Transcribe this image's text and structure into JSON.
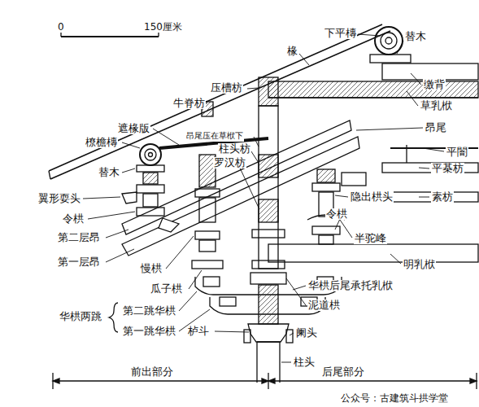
{
  "diagram": {
    "labels": [
      "0",
      "150厘米",
      "下平槫",
      "替木",
      "椽",
      "缴背",
      "草乳栿",
      "昂尾",
      "平闇",
      "平棊枋",
      "隐出栱头",
      "素枋",
      "令栱",
      "半驼峰",
      "明乳栿",
      "华栱后尾承托乳栿",
      "泥道栱",
      "阑头",
      "柱头",
      "前出部分",
      "后尾部分",
      "公众号：古建筑斗拱学堂",
      "栌斗",
      "第一跳华栱",
      "第二跳华栱",
      "华栱两跳",
      "瓜子栱",
      "慢栱",
      "第一层昂",
      "第二层昂",
      "令栱",
      "翼形耍头",
      "替木",
      "橑檐槫",
      "遮椽版",
      "牛脊枋",
      "压槽枋",
      "昂尾压在草栿下",
      "柱头枋",
      "罗汉枋"
    ]
  }
}
